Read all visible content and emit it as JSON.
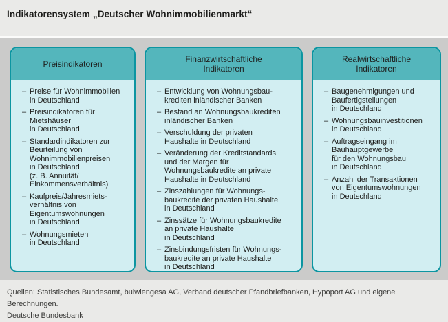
{
  "title": "Indikatorensystem „Deutscher Wohnimmobilienmarkt“",
  "colors": {
    "page_background": "#eaeae8",
    "panel_background": "#cbcbca",
    "box_border": "#0c95a1",
    "box_header_background": "#54b6bc",
    "box_body_background": "#d2eef2",
    "text": "#1e1e1c"
  },
  "columns": [
    {
      "header": "Preisindikatoren",
      "items": [
        "Preise für Wohnimmobilien\nin Deutschland",
        "Preisindikatoren für\nMietshäuser\nin Deutschland",
        "Standardindikatoren zur\nBeurteilung von\nWohnimmobilienpreisen\nin Deutschland\n(z. B. Annuität/\nEinkommensverhältnis)",
        "Kaufpreis/Jahresmiets-\nverhältnis von\nEigentumswohnungen\nin Deutschland",
        "Wohnungsmieten\nin Deutschland"
      ]
    },
    {
      "header": "Finanzwirtschaftliche\nIndikatoren",
      "items": [
        "Entwicklung von Wohnungsbau-\nkrediten inländischer Banken",
        "Bestand an Wohnungsbaukrediten\ninländischer Banken",
        "Verschuldung der privaten\nHaushalte in Deutschland",
        "Veränderung der Kreditstandards\nund der Margen für\nWohnungsbaukredite an private\nHaushalte in Deutschland",
        "Zinszahlungen für Wohnungs-\nbaukredite der privaten Haushalte\nin Deutschland",
        "Zinssätze für Wohnungsbaukredite\nan private Haushalte\nin Deutschland",
        "Zinsbindungsfristen für Wohnungs-\nbaukredite an private Haushalte\nin Deutschland"
      ]
    },
    {
      "header": "Realwirtschaftliche\nIndikatoren",
      "items": [
        "Baugenehmigungen und\nBaufertigstellungen\nin Deutschland",
        "Wohnungsbauinvestitionen\nin Deutschland",
        "Auftragseingang im\nBauhauptgewerbe\nfür den Wohnungsbau\nin Deutschland",
        "Anzahl der Transaktionen\nvon Eigentumswohnungen\nin Deutschland"
      ]
    }
  ],
  "footer": {
    "sources": "Quellen: Statistisches Bundesamt, bulwiengesa AG, Verband deutscher Pfandbriefbanken, Hypoport AG und eigene Berechnungen.",
    "publisher": "Deutsche Bundesbank"
  }
}
